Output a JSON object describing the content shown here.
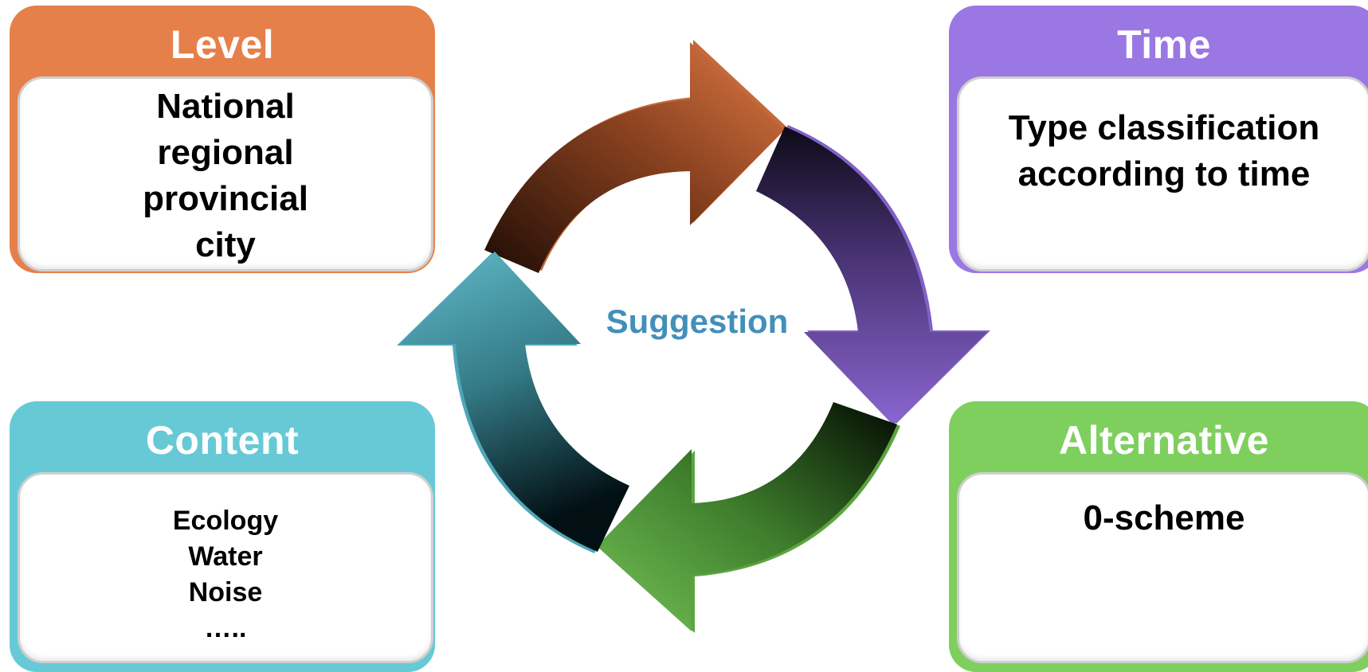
{
  "diagram": {
    "center_label": "Suggestion",
    "colors": {
      "center_label": "#4290b9",
      "level": "#e6804b",
      "time": "#9b77e4",
      "content": "#67c9d6",
      "alternative": "#7fcf5f"
    },
    "cards": {
      "level": {
        "title": "Level",
        "lines": [
          "National",
          "regional",
          "provincial",
          "city"
        ]
      },
      "time": {
        "title": "Time",
        "lines": [
          "Type classification",
          "according to time"
        ]
      },
      "content": {
        "title": "Content",
        "lines": [
          "Ecology",
          "Water",
          "Noise",
          "….."
        ]
      },
      "alternative": {
        "title": "Alternative",
        "lines": [
          "0-scheme"
        ]
      }
    }
  }
}
